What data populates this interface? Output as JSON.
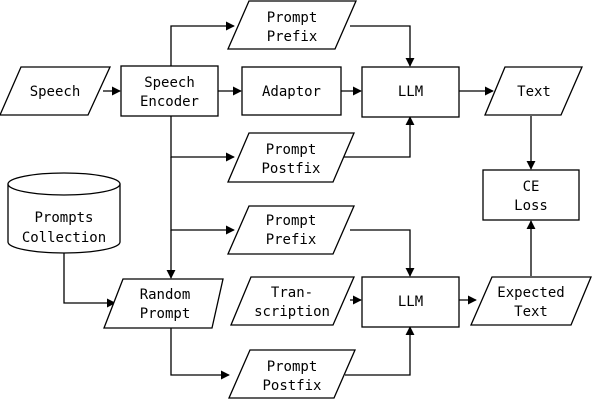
{
  "diagram": {
    "nodes": {
      "speech": {
        "lines": [
          "Speech"
        ]
      },
      "speech_encoder": {
        "lines": [
          "Speech",
          "Encoder"
        ]
      },
      "adaptor": {
        "lines": [
          "Adaptor"
        ]
      },
      "llm_top": {
        "lines": [
          "LLM"
        ]
      },
      "text": {
        "lines": [
          "Text"
        ]
      },
      "prompt_prefix_top": {
        "lines": [
          "Prompt",
          "Prefix"
        ]
      },
      "prompt_postfix_top": {
        "lines": [
          "Prompt",
          "Postfix"
        ]
      },
      "prompts_collection": {
        "lines": [
          "Prompts",
          "Collection"
        ]
      },
      "ce_loss": {
        "lines": [
          "CE",
          "Loss"
        ]
      },
      "prompt_prefix_bottom": {
        "lines": [
          "Prompt",
          "Prefix"
        ]
      },
      "random_prompt": {
        "lines": [
          "Random",
          "Prompt"
        ]
      },
      "transcription": {
        "lines": [
          "Tran-",
          "scription"
        ]
      },
      "llm_bottom": {
        "lines": [
          "LLM"
        ]
      },
      "expected_text": {
        "lines": [
          "Expected",
          "Text"
        ]
      },
      "prompt_postfix_bottom": {
        "lines": [
          "Prompt",
          "Postfix"
        ]
      }
    }
  }
}
